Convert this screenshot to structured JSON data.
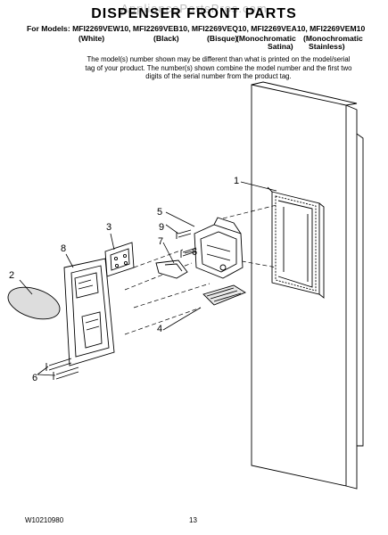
{
  "watermark": "AppliancePartsPros.com",
  "title": "DISPENSER FRONT PARTS",
  "models": {
    "prefix": "For Models:",
    "list": "MFI2269VEW10, MFI2269VEB10, MFI2269VEQ10, MFI2269VEA10, MFI2269VEM10",
    "colors": [
      "(White)",
      "(Black)",
      "(Bisque)",
      "(Monochromatic",
      "(Monochromatic"
    ],
    "colors_line2": [
      "Satina)",
      "Stainless)"
    ]
  },
  "note": "The model(s) number shown may be different than what is printed on the model/serial tag of your product. The number(s) shown combine the model number and the first two digits of the serial number from the product tag.",
  "callouts": [
    "1",
    "2",
    "3",
    "4",
    "5",
    "6",
    "6",
    "7",
    "8",
    "9"
  ],
  "footer": {
    "doc_number": "W10210980",
    "page": "13"
  }
}
